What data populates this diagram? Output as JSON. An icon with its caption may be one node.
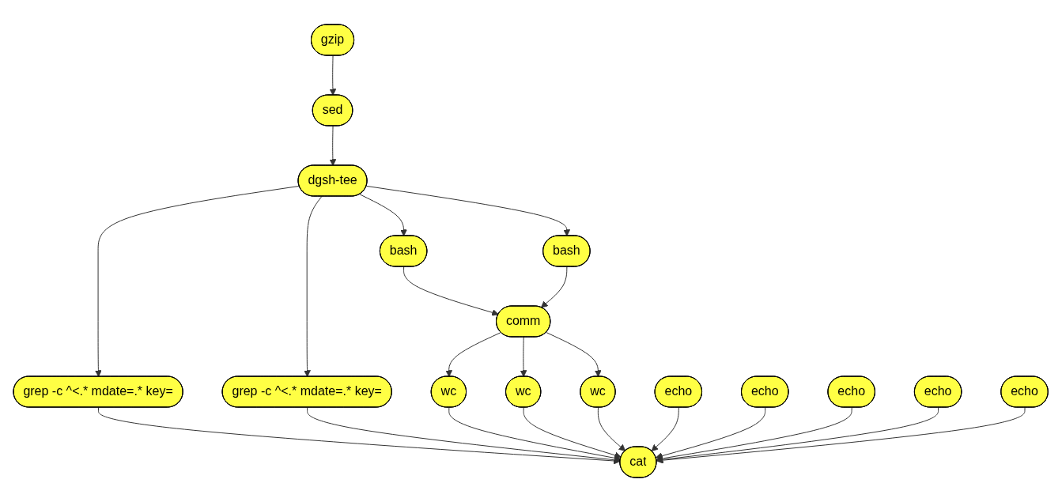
{
  "diagram": {
    "nodes": [
      {
        "text": [
          "gzip"
        ]
      },
      {
        "text": [
          "sed"
        ]
      },
      {
        "text": [
          "dgsh-tee"
        ]
      },
      {
        "text": [
          "bash"
        ]
      },
      {
        "text": [
          "bash"
        ]
      },
      {
        "text": [
          "grep -c ^<.* mdate=.* key="
        ]
      },
      {
        "text": [
          "grep -c ^<.* mdate=.* key="
        ]
      },
      {
        "text": [
          "comm"
        ]
      },
      {
        "text": [
          "wc"
        ]
      },
      {
        "text": [
          "wc"
        ]
      },
      {
        "text": [
          "wc"
        ]
      },
      {
        "text": [
          "echo"
        ]
      },
      {
        "text": [
          "echo"
        ]
      },
      {
        "text": [
          "echo"
        ]
      },
      {
        "text": [
          "echo"
        ]
      },
      {
        "text": [
          "echo"
        ]
      },
      {
        "text": [
          "cat"
        ]
      }
    ],
    "edges": [
      {
        "from": 0,
        "to": 1,
        "arrow": "to"
      },
      {
        "from": 1,
        "to": 2,
        "arrow": "to"
      },
      {
        "from": 2,
        "to": 5,
        "arrow": "to"
      },
      {
        "from": 2,
        "to": 6,
        "arrow": "to"
      },
      {
        "from": 2,
        "to": 3,
        "arrow": "to"
      },
      {
        "from": 2,
        "to": 4,
        "arrow": "to"
      },
      {
        "from": 3,
        "to": 7,
        "arrow": "to"
      },
      {
        "from": 4,
        "to": 7,
        "arrow": "to"
      },
      {
        "from": 7,
        "to": 8,
        "arrow": "to"
      },
      {
        "from": 7,
        "to": 9,
        "arrow": "to"
      },
      {
        "from": 7,
        "to": 10,
        "arrow": "to"
      },
      {
        "from": 5,
        "to": 16,
        "arrow": "to"
      },
      {
        "from": 6,
        "to": 16,
        "arrow": "to"
      },
      {
        "from": 8,
        "to": 16,
        "arrow": "to"
      },
      {
        "from": 9,
        "to": 16,
        "arrow": "to"
      },
      {
        "from": 10,
        "to": 16,
        "arrow": "to"
      },
      {
        "from": 11,
        "to": 16,
        "arrow": "to"
      },
      {
        "from": 12,
        "to": 16,
        "arrow": "to"
      },
      {
        "from": 13,
        "to": 16,
        "arrow": "to"
      },
      {
        "from": 14,
        "to": 16,
        "arrow": "to"
      },
      {
        "from": 15,
        "to": 16,
        "arrow": "to"
      }
    ]
  }
}
